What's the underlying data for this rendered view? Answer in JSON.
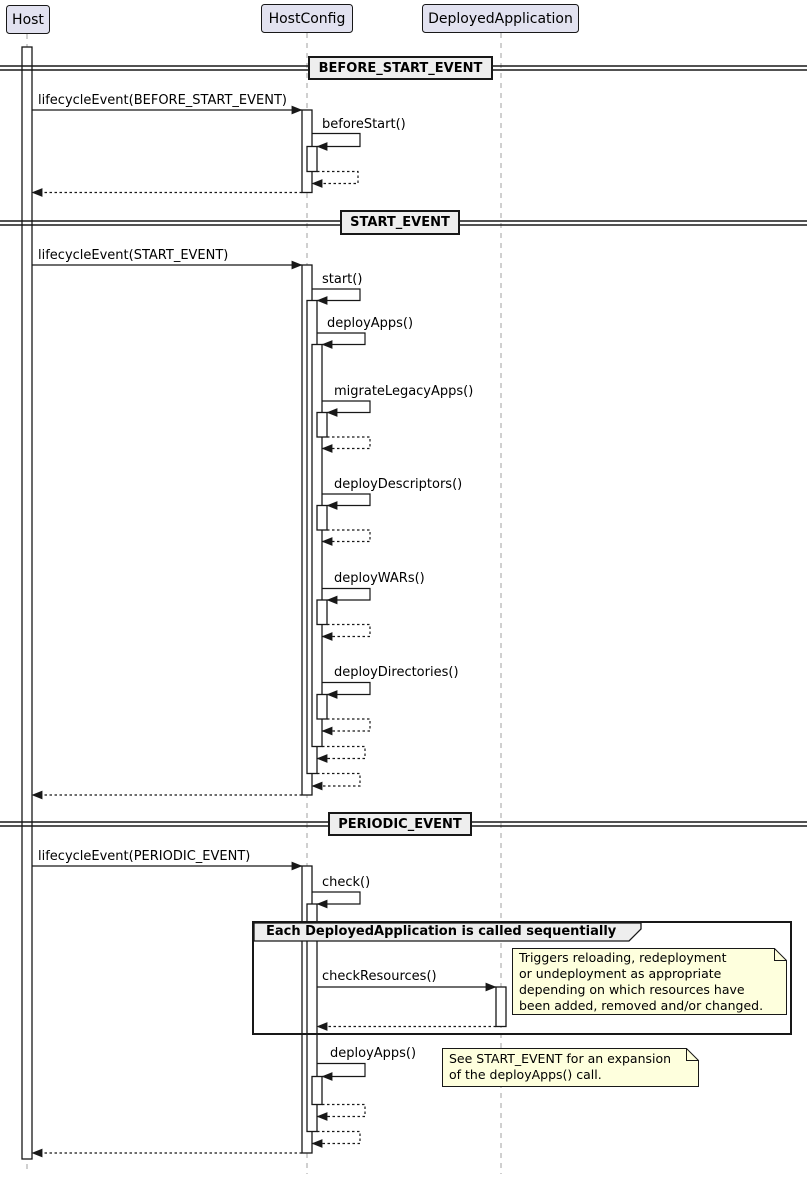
{
  "diagram": {
    "type": "uml-sequence",
    "participants": [
      {
        "name": "Host"
      },
      {
        "name": "HostConfig"
      },
      {
        "name": "DeployedApplication"
      }
    ],
    "dividers": [
      {
        "label": "BEFORE_START_EVENT"
      },
      {
        "label": "START_EVENT"
      },
      {
        "label": "PERIODIC_EVENT"
      }
    ],
    "messages": {
      "lifecycle_before": "lifecycleEvent(BEFORE_START_EVENT)",
      "before_start": "beforeStart()",
      "lifecycle_start": "lifecycleEvent(START_EVENT)",
      "start": "start()",
      "deploy_apps_start": "deployApps()",
      "migrate_legacy_apps": "migrateLegacyApps()",
      "deploy_descriptors": "deployDescriptors()",
      "deploy_wars": "deployWARs()",
      "deploy_directories": "deployDirectories()",
      "lifecycle_periodic": "lifecycleEvent(PERIODIC_EVENT)",
      "check": "check()",
      "check_resources": "checkResources()",
      "deploy_apps_periodic": "deployApps()"
    },
    "group": {
      "label": "Each DeployedApplication is called sequentially"
    },
    "notes": {
      "check_resources_note": "Triggers reloading, redeployment\nor undeployment as appropriate\ndepending on which resources have\nbeen added, removed and/or changed.",
      "deploy_apps_note": "See START_EVENT for an expansion\nof the deployApps() call."
    },
    "colors": {
      "participant_fill": "#E2E2F0",
      "divider_fill": "#EEEEEE",
      "note_fill": "#FEFFDD",
      "line": "#181818",
      "lifeline": "#A0A0A0",
      "activation_fill": "#FFFFFF"
    }
  }
}
